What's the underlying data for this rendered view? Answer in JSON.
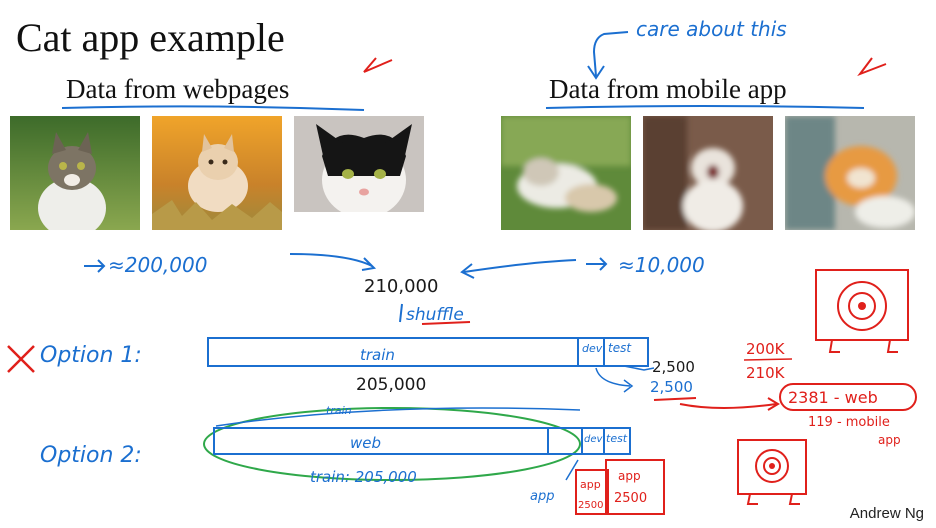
{
  "title": "Cat app example",
  "left_heading": "Data from webpages",
  "right_heading": "Data from mobile app",
  "care_note": "care about this",
  "counts": {
    "web_approx": "≈200,000",
    "mobile_approx": "≈10,000",
    "combined": "210,000",
    "shuffle": "shuffle"
  },
  "option1": {
    "label": "Option 1:",
    "train": "train",
    "dev": "dev",
    "test": "test",
    "train_size": "205,000",
    "dev_size": "2,500",
    "test_size": "2,500",
    "fraction_top": "200K",
    "fraction_bottom": "210K"
  },
  "option2": {
    "label": "Option 2:",
    "web": "web",
    "train_top": "train",
    "train_bottom": "train: 205,000",
    "dev": "dev",
    "test": "test",
    "app": "app",
    "dev_app": "app",
    "dev_size": "2500",
    "test_app": "app",
    "test_size": "2500"
  },
  "dev_breakdown": {
    "web": "2381 - web",
    "mobile": "119 - mobile",
    "mobile_suffix": "app"
  },
  "author": "Andrew Ng",
  "colors": {
    "blue": "#1b6fd0",
    "red": "#e0201b",
    "green": "#2fa84a"
  }
}
